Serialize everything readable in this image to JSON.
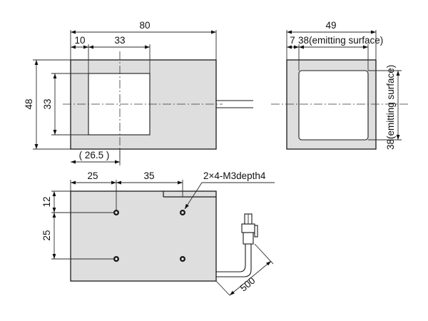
{
  "front_view": {
    "overall_width": "80",
    "offset_left": "10",
    "window_width": "33",
    "overall_height": "48",
    "window_height": "33",
    "center_offset": "( 26.5 )"
  },
  "side_view": {
    "overall_depth": "49",
    "offset_left": "7",
    "window_width_note": "38(emitting surface)",
    "window_height_note": "38(emitting surface)"
  },
  "bottom_view": {
    "hole_spacing_left": "25",
    "hole_spacing_right": "35",
    "thread_callout": "2×4-M3depth4",
    "hole_offset_top": "12",
    "hole_spacing_vertical": "25",
    "cable_length": "500"
  }
}
